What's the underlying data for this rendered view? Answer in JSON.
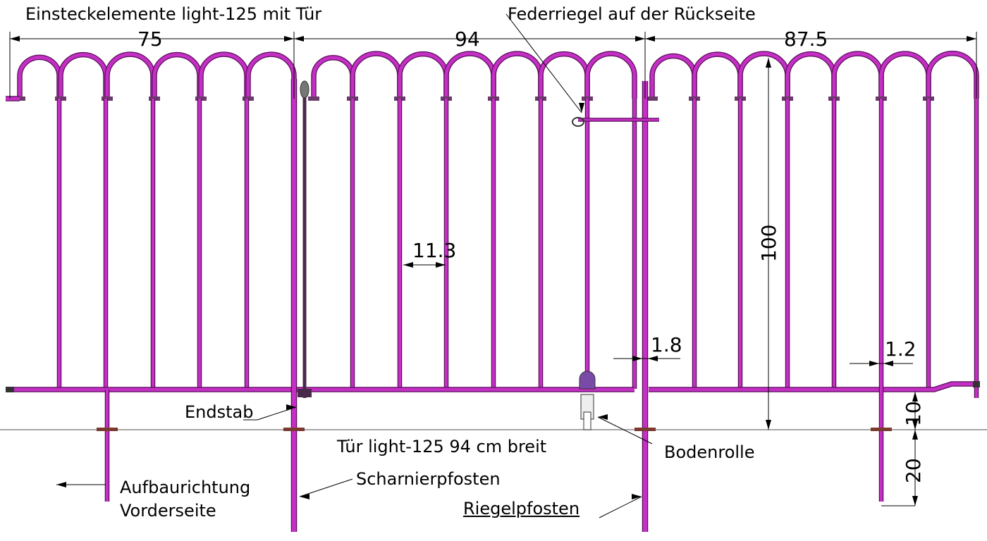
{
  "title": "Einsteckelemente light-125 mit Tür",
  "colors": {
    "rod": "#c42fc4",
    "rod_edge": "#5a0f5a",
    "line": "#000000",
    "ground": "#888888"
  },
  "dimensions": {
    "left_width": "75",
    "door_width": "94",
    "right_width": "87.5",
    "bar_spacing": "11.3",
    "post_diameter": "1.8",
    "bar_diameter": "1.2",
    "height": "100",
    "ground_clearance": "10",
    "post_depth": "20"
  },
  "labels": {
    "spring_latch": "Federriegel auf der Rückseite",
    "end_bar": "Endstab",
    "door": "Tür light-125  94 cm breit",
    "floor_roller": "Bodenrolle",
    "build_direction_1": "Aufbaurichtung",
    "build_direction_2": "Vorderseite",
    "hinge_post": "Scharnierpfosten",
    "latch_post": "Riegelpfosten"
  }
}
